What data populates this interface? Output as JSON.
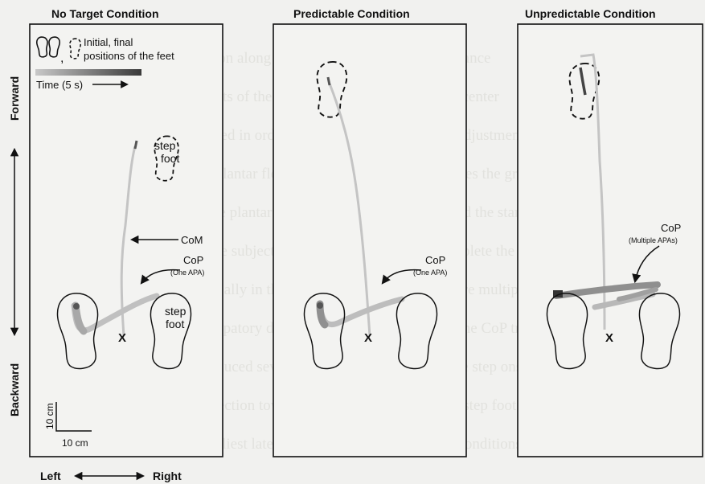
{
  "panels": [
    {
      "title": "No Target Condition",
      "cop_label": "CoP",
      "cop_sub": "(One APA)"
    },
    {
      "title": "Predictable Condition",
      "cop_label": "CoP",
      "cop_sub": "(One APA)"
    },
    {
      "title": "Unpredictable Condition",
      "cop_label": "CoP",
      "cop_sub": "(Multiple APAs)"
    }
  ],
  "legend": {
    "feet_line1": "Initial, final",
    "feet_line2": "positions of the feet",
    "time_label": "Time (5 s)"
  },
  "labels": {
    "step_foot": "step",
    "step_foot2": "foot",
    "com": "CoM",
    "start_marker": "X"
  },
  "axes": {
    "forward": "Forward",
    "backward": "Backward",
    "left": "Left",
    "right": "Right",
    "scale_v": "10 cm",
    "scale_h": "10 cm"
  },
  "colors": {
    "trace_light": "#c4c4c4",
    "trace_mid": "#a8a8a8",
    "trace_dark": "#555555",
    "ink": "#111111"
  }
}
